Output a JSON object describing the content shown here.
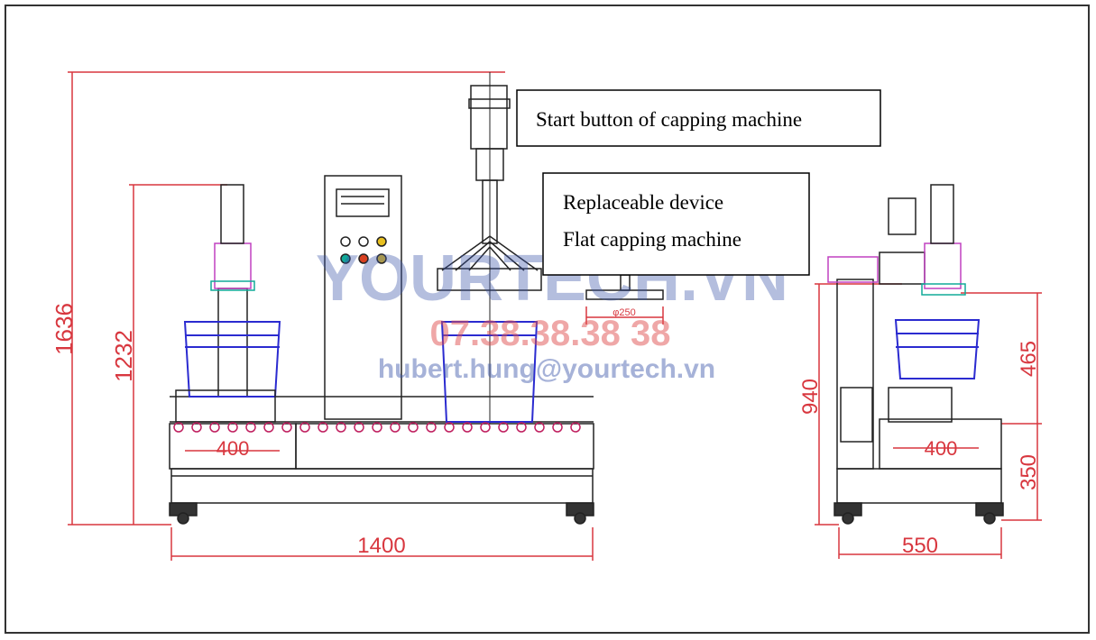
{
  "callouts": {
    "start_button": "Start button of capping machine",
    "replaceable_line1": "Replaceable device",
    "replaceable_line2": "Flat capping machine"
  },
  "dimensions": {
    "total_height": "1636",
    "left_height": "1232",
    "bucket_width_front": "400",
    "total_length": "1400",
    "plate_diameter": "φ250",
    "side_height": "940",
    "side_upper": "465",
    "side_lower": "350",
    "bucket_width_side": "400",
    "side_width": "550"
  },
  "watermark": {
    "brand": "YOURTECH.VN",
    "phone": "07.38.38.38 38",
    "email": "hubert.hung@yourtech.vn"
  },
  "colors": {
    "dimension": "#d8373f",
    "bucket": "#2b2bd0",
    "frame": "#222222",
    "accent": "#c040c0"
  }
}
